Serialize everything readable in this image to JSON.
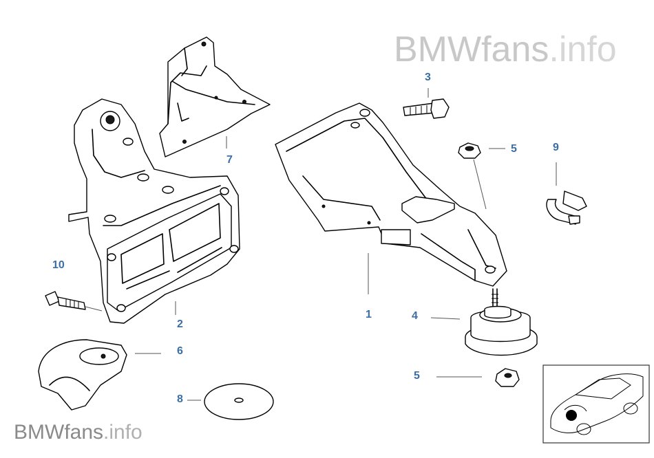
{
  "watermark": {
    "brand": "BMWfans",
    "suffix": ".info"
  },
  "callouts": {
    "p1": "1",
    "p2": "2",
    "p3": "3",
    "p4": "4",
    "p5a": "5",
    "p5b": "5",
    "p6": "6",
    "p7": "7",
    "p8": "8",
    "p9": "9",
    "p10": "10"
  },
  "colors": {
    "callout": "#3a6ea5",
    "watermark": "#c8c8c8"
  },
  "icons": {
    "thumbnail": "car-location-icon"
  }
}
